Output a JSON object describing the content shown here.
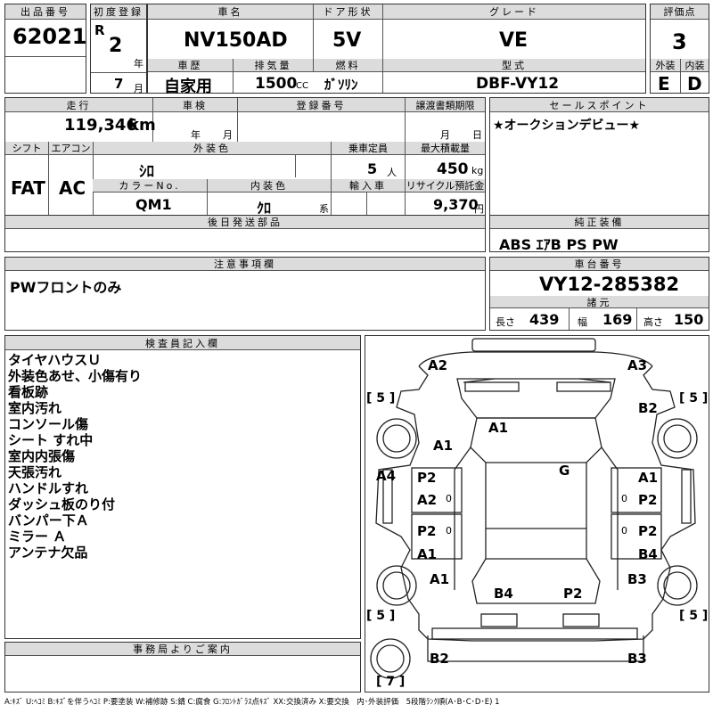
{
  "header": {
    "lot_label": "出品番号",
    "lot": "62021",
    "first_reg_label": "初度登録",
    "era": "R",
    "year": "2",
    "year_unit": "年",
    "month": "7",
    "month_unit": "月",
    "car_name_label": "車名",
    "car_name": "NV150AD",
    "door_label": "ドア形状",
    "door": "5V",
    "grade_label": "グレード",
    "grade": "VE",
    "score_label": "評価点",
    "score": "3",
    "history_label": "車歴",
    "history": "自家用",
    "displacement_label": "排気量",
    "displacement": "1500",
    "displacement_unit": "CC",
    "fuel_label": "燃料",
    "fuel": "ｶﾞｿﾘﾝ",
    "model_label": "型式",
    "model": "DBF-VY12",
    "exterior_label": "外装",
    "exterior": "E",
    "interior_label": "内装",
    "interior": "D"
  },
  "row2": {
    "mileage_label": "走行",
    "mileage": "119,346",
    "mileage_unit": "km",
    "inspection_label": "車検",
    "insp_year_unit": "年",
    "insp_month_unit": "月",
    "reg_label": "登録番号",
    "transfer_label": "譲渡書類期限",
    "transfer_month_unit": "月",
    "transfer_day_unit": "日",
    "sales_label": "セールスポイント",
    "sales": "★オークションデビュー★"
  },
  "row3": {
    "shift_label": "シフト",
    "shift": "FAT",
    "ac_label": "エアコン",
    "ac": "AC",
    "color_label": "外装色",
    "color": "ｼﾛ",
    "capacity_label": "乗車定員",
    "capacity": "5",
    "capacity_unit": "人",
    "load_label": "最大積載量",
    "load": "450",
    "load_unit": "kg",
    "color_no_label": "カラーNo.",
    "color_no": "QM1",
    "int_color_label": "内装色",
    "int_color": "ｸﾛ",
    "int_color_unit": "系",
    "import_label": "輸入車",
    "recycle_label": "リサイクル預託金",
    "recycle": "9,370",
    "recycle_unit": "円"
  },
  "later_parts_label": "後日発送部品",
  "equipment_label": "純正装備",
  "equipment": "ABS ｴｱB PS PW",
  "caution_label": "注意事項欄",
  "caution": "PWフロントのみ",
  "chassis_label": "車台番号",
  "chassis": "VY12-285382",
  "specs_label": "諸元",
  "specs": {
    "length_label": "長さ",
    "length": "439",
    "width_label": "幅",
    "width": "169",
    "height_label": "高さ",
    "height": "150"
  },
  "inspector_label": "検査員記入欄",
  "inspector_notes": [
    "タイヤハウスＵ",
    "外装色あせ、小傷有り",
    "看板跡",
    "室内汚れ",
    "コンソール傷",
    "シート すれ中",
    "室内内張傷",
    "天張汚れ",
    "ハンドルすれ",
    "ダッシュ板のり付",
    "バンパー下Ａ",
    "ミラー Ａ",
    "アンテナ欠品"
  ],
  "office_label": "事務局よりご案内",
  "diagram": {
    "a2_front": "A2",
    "a3_front": "A3",
    "tire_fl": "[ 5 ]",
    "tire_fr": "[ 5 ]",
    "tire_rl": "[ 5 ]",
    "tire_rr": "[ 5 ]",
    "spare": "[ 7 ]",
    "b2_right_front": "B2",
    "a1_hood": "A1",
    "a1_left_front": "A1",
    "g_roof": "G",
    "a4_left": "A4",
    "p2_ld1": "P2",
    "a2_ld1": "A2",
    "a1_rd1": "A1",
    "p2_rd1": "P2",
    "p2_ld2": "P2",
    "a1_ld2": "A1",
    "p2_rd2": "P2",
    "b4_rd2": "B4",
    "a1_left_rear": "A1",
    "b3_right_rear": "B3",
    "b4_rear": "B4",
    "p2_rear": "P2",
    "b2_bumper": "B2",
    "b3_bumper": "B3",
    "d1": "0",
    "d2": "0",
    "d3": "0",
    "d4": "0"
  },
  "legend": "A:ｷｽﾞ U:ﾍｺﾐ B:ｷｽﾞを伴うﾍｺﾐ P:要塗装 W:補修跡 S:錆 C:腐食 G:ﾌﾛﾝﾄｶﾞﾗｽ点ｷｽﾞ XX:交換済み X:要交換　内･外装評価　5段階ﾗﾝｸ順(A･B･C･D･E) 1"
}
